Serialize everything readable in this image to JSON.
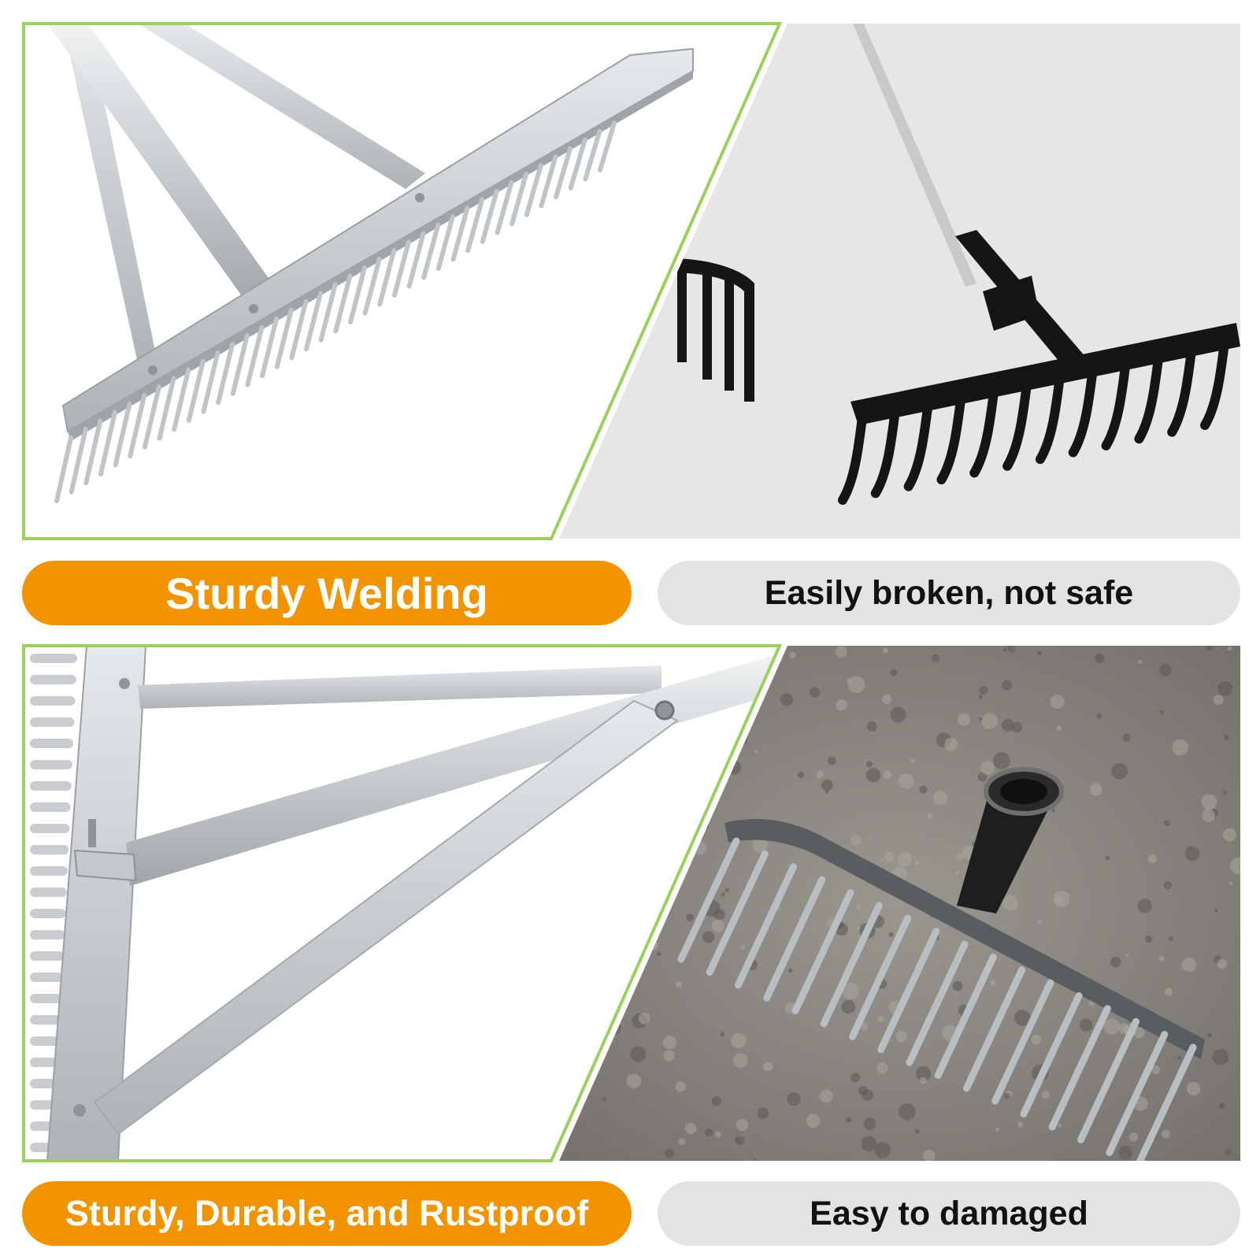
{
  "colors": {
    "good_pill": "#f29400",
    "bad_pill": "#e3e3e3",
    "panel_border": "#9bd05a",
    "aluminum": "#cfd3d6",
    "aluminum_dark": "#a9aeb2",
    "steel_black": "#151515",
    "soil": "#8d8a85",
    "gray_bg": "#e6e6e6"
  },
  "rows": [
    {
      "good": {
        "label": "Sturdy Welding",
        "photo": "aluminum rake head with brace arms"
      },
      "bad": {
        "label": "Easily broken, not safe",
        "photo": "black steel rakes"
      }
    },
    {
      "good": {
        "label": "Sturdy, Durable, and Rustproof",
        "photo": "aluminum rake bracket close-up"
      },
      "bad": {
        "label": "Easy to damaged",
        "photo": "steel rake on soil"
      }
    }
  ]
}
